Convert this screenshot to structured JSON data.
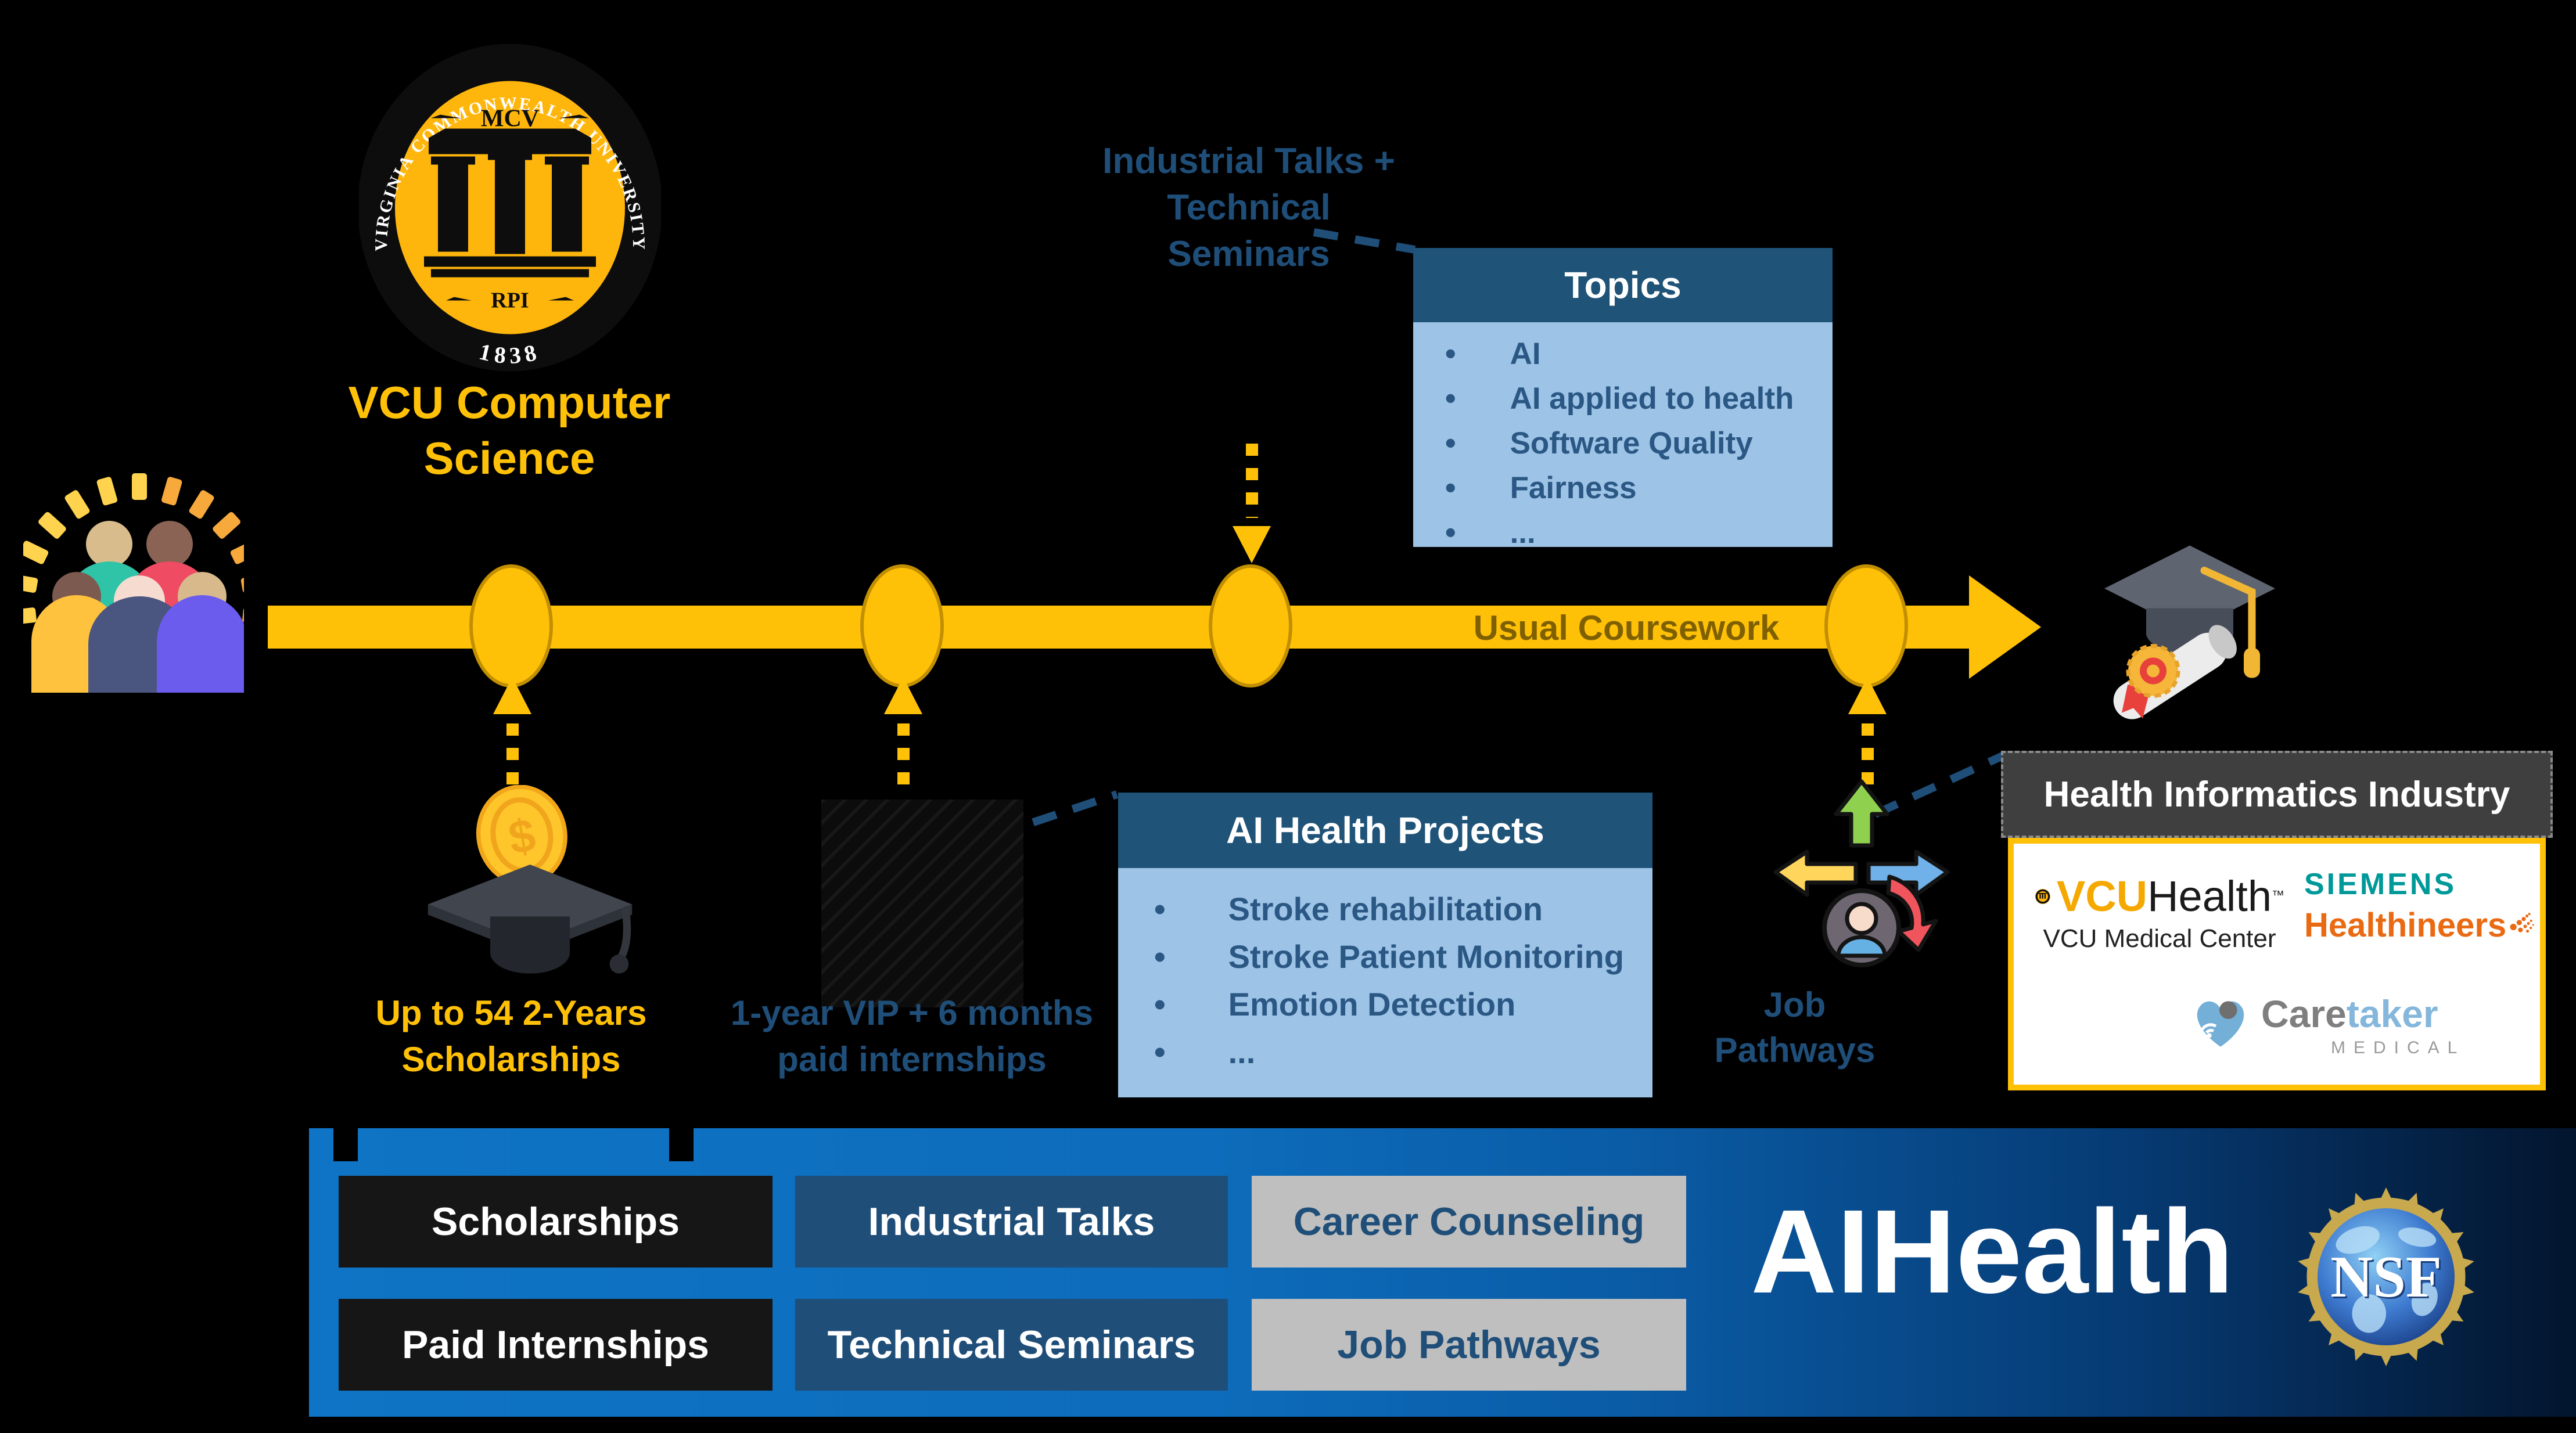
{
  "colors": {
    "gold": "#FFC107",
    "navy": "#1F4E79",
    "light_blue": "#9DC3E6",
    "banner_blue": "#0F74C5",
    "olive": "#7F6000",
    "siemens_teal": "#009999",
    "siemens_orange": "#E96A12",
    "nsf_gold": "#C9A94E"
  },
  "university": {
    "seal_ring_text": "VIRGINIA COMMONWEALTH UNIVERSITY",
    "seal_year": "1838",
    "seal_mcv": "MCV",
    "seal_rpi": "RPI",
    "dept_line1": "VCU Computer",
    "dept_line2": "Science"
  },
  "timeline": {
    "coursework_label": "Usual Coursework"
  },
  "seminars": {
    "line1": "Industrial Talks +",
    "line2": "Technical Seminars"
  },
  "topics": {
    "title": "Topics",
    "items": [
      "AI",
      "AI applied to health",
      "Software Quality",
      "Fairness",
      "..."
    ]
  },
  "projects": {
    "title": "AI Health Projects",
    "items": [
      "Stroke rehabilitation",
      "Stroke Patient Monitoring",
      "Emotion Detection",
      "..."
    ]
  },
  "scholarships_caption": {
    "line1": "Up to 54 2-Years",
    "line2": "Scholarships"
  },
  "internships_caption": {
    "line1": "1-year VIP + 6 months",
    "line2": "paid internships"
  },
  "job_caption": {
    "line1": "Job",
    "line2": "Pathways"
  },
  "industry": {
    "title": "Health Informatics Industry",
    "vcu": {
      "brand_vcu": "VCU",
      "brand_health": "Health",
      "tm": "™",
      "subtitle": "VCU Medical Center"
    },
    "siemens": {
      "line1": "SIEMENS",
      "line2": "Healthineers"
    },
    "caretaker": {
      "part1": "Care",
      "part2": "taker",
      "subtitle": "MEDICAL"
    }
  },
  "banner": {
    "buttons": [
      {
        "label": "Scholarships"
      },
      {
        "label": "Industrial Talks"
      },
      {
        "label": "Career Counseling"
      },
      {
        "label": "Paid Internships"
      },
      {
        "label": "Technical Seminars"
      },
      {
        "label": "Job Pathways"
      }
    ],
    "program_name": "AIHealth",
    "nsf_label": "NSF"
  }
}
